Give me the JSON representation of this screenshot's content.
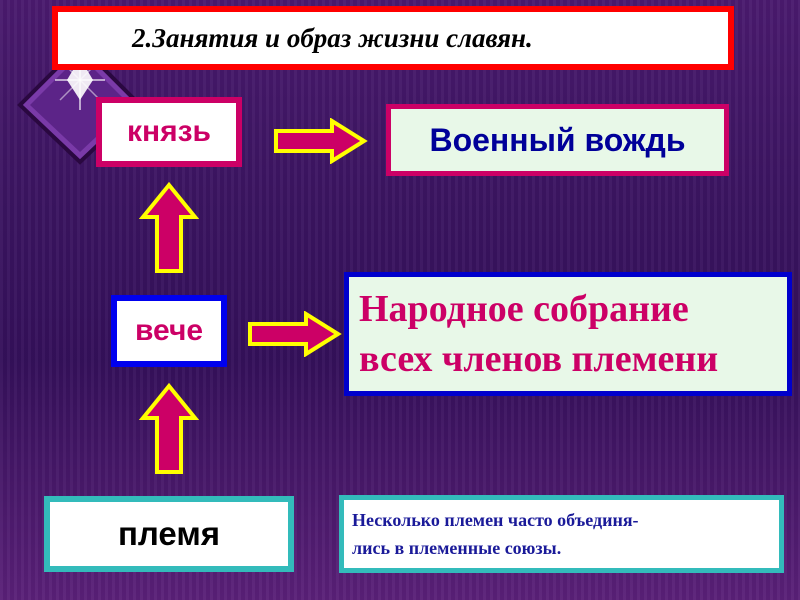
{
  "title": "2.Занятия и образ жизни славян.",
  "nodes": {
    "knyaz": "князь",
    "vozhd": "Военный вождь",
    "veche": "вече",
    "sobranie_line1": "Народное собрание",
    "sobranie_line2": "всех членов племени",
    "plemya": "племя",
    "note_line1": "Несколько племен часто объединя-",
    "note_line2": "лись в племенные союзы."
  },
  "colors": {
    "title_border": "#ff0000",
    "arrow_fill": "#cc0066",
    "arrow_stroke": "#ffff00",
    "knyaz_border": "#cc0066",
    "veche_border": "#0000ee",
    "plemya_border": "#33bbbb"
  }
}
